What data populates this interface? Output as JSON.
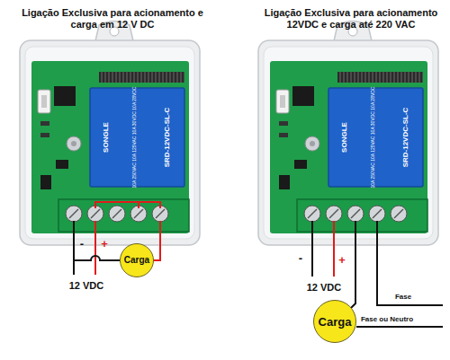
{
  "diagram": {
    "nodes": [
      {
        "text": [
          "Carga"
        ]
      },
      {
        "text": [
          "Carga"
        ]
      }
    ],
    "labels": [
      "Ligação Exclusiva para acionamento e carga em 12 V DC",
      "Ligação Exclusiva para acionamento 12VDC e carga até 220 VAC",
      "SONGLE",
      "10A 250VAC 10A 125VAC 10A 30VDC 10A 28VDC",
      "SRD-12VDC-SL-C",
      "SONGLE",
      "10A 250VAC 10A 125VAC 10A 30VDC 10A 28VDC",
      "SRD-12VDC-SL-C",
      "-",
      "+",
      "12 VDC",
      "-",
      "+",
      "12 VDC",
      "Fase",
      "Fase ou Neutro"
    ]
  }
}
